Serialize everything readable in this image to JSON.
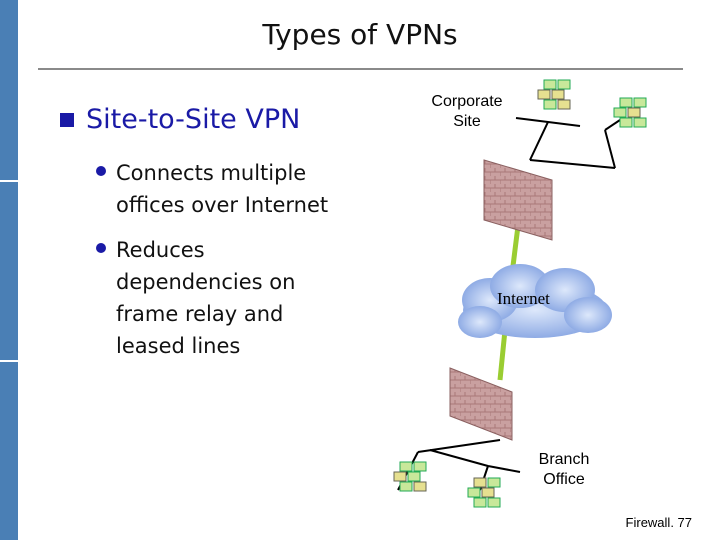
{
  "slide": {
    "title": "Types of VPNs",
    "heading": "Site-to-Site VPN",
    "bullets": [
      {
        "text_line1": "Connects multiple",
        "text_line2": "offices over Internet"
      },
      {
        "text_line1": "Reduces",
        "text_line2": "dependencies on",
        "text_line3": "frame relay and",
        "text_line4": "leased lines"
      }
    ]
  },
  "diagram": {
    "corporate_site_line1": "Corporate",
    "corporate_site_line2": "Site",
    "internet_label": "Internet",
    "branch_office_line1": "Branch",
    "branch_office_line2": "Office"
  },
  "footer": "Firewall. 77",
  "colors": {
    "sidebar": "#4a7fb5",
    "bullet_blue": "#1a1aa6",
    "firewall": "#c89a9a",
    "link_green": "#9acd32",
    "cloud": "#9ab3e6"
  },
  "icons": [
    "workstation-group-icon",
    "firewall-icon",
    "cloud-icon"
  ]
}
